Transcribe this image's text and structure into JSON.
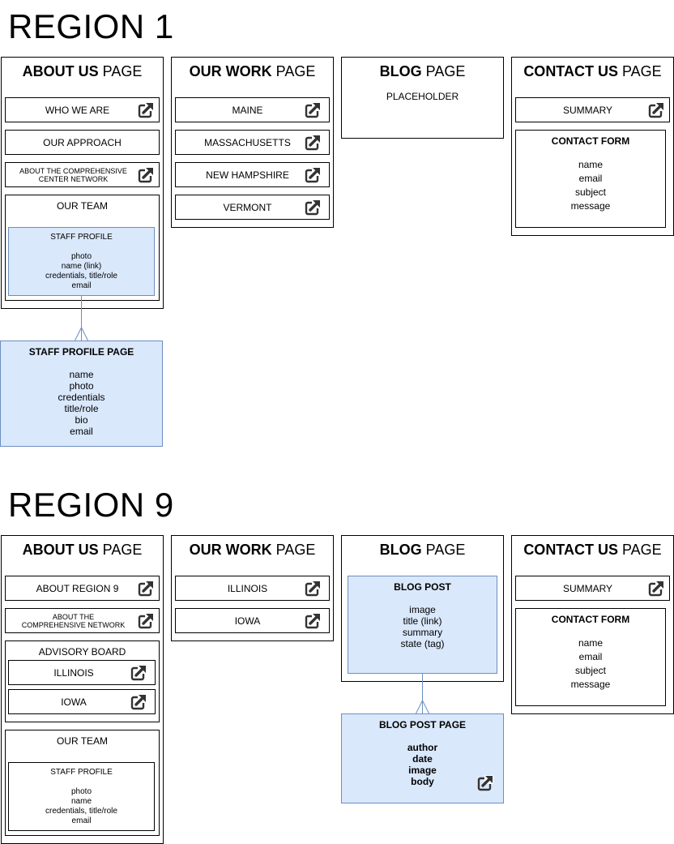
{
  "region1": {
    "title": "REGION 1",
    "about": {
      "title_bold": "ABOUT US",
      "title_rest": " PAGE",
      "items": [
        "WHO WE ARE",
        "OUR APPROACH",
        "ABOUT THE COMPREHENSIVE\nCENTER NETWORK"
      ],
      "team_title": "OUR TEAM",
      "staff_profile": {
        "title": "STAFF PROFILE",
        "fields": [
          "photo",
          "name (link)",
          "credentials, title/role",
          "email"
        ]
      }
    },
    "staff_profile_page": {
      "title": "STAFF PROFILE PAGE",
      "fields": [
        "name",
        "photo",
        "credentials",
        "title/role",
        "bio",
        "email"
      ]
    },
    "work": {
      "title_bold": "OUR WORK",
      "title_rest": " PAGE",
      "items": [
        "MAINE",
        "MASSACHUSETTS",
        "NEW HAMPSHIRE",
        "VERMONT"
      ]
    },
    "blog": {
      "title_bold": "BLOG",
      "title_rest": " PAGE",
      "placeholder": "PLACEHOLDER"
    },
    "contact": {
      "title_bold": "CONTACT US",
      "title_rest": " PAGE",
      "summary": "SUMMARY",
      "form": {
        "title": "CONTACT FORM",
        "fields": [
          "name",
          "email",
          "subject",
          "message"
        ]
      }
    }
  },
  "region9": {
    "title": "REGION 9",
    "about": {
      "title_bold": "ABOUT US",
      "title_rest": " PAGE",
      "items": [
        "ABOUT REGION 9",
        "ABOUT THE\nCOMPREHENSIVE NETWORK"
      ],
      "advisory_board": {
        "title": "ADVISORY BOARD",
        "items": [
          "ILLINOIS",
          "IOWA"
        ]
      },
      "team_title": "OUR TEAM",
      "staff_profile": {
        "title": "STAFF PROFILE",
        "fields": [
          "photo",
          "name",
          "credentials, title/role",
          "email"
        ]
      }
    },
    "work": {
      "title_bold": "OUR WORK",
      "title_rest": " PAGE",
      "items": [
        "ILLINOIS",
        "IOWA"
      ]
    },
    "blog": {
      "title_bold": "BLOG",
      "title_rest": " PAGE",
      "post": {
        "title": "BLOG POST",
        "fields": [
          "image",
          "title (link)",
          "summary",
          "state (tag)"
        ]
      }
    },
    "blog_post_page": {
      "title": "BLOG POST PAGE",
      "fields": [
        "author",
        "date",
        "image",
        "body"
      ]
    },
    "contact": {
      "title_bold": "CONTACT US",
      "title_rest": " PAGE",
      "summary": "SUMMARY",
      "form": {
        "title": "CONTACT FORM",
        "fields": [
          "name",
          "email",
          "subject",
          "message"
        ]
      }
    }
  },
  "icons": {
    "external_link": "external-link-icon"
  },
  "colors": {
    "blue_fill": "#dae8fc",
    "blue_stroke": "#6c8ebf"
  }
}
